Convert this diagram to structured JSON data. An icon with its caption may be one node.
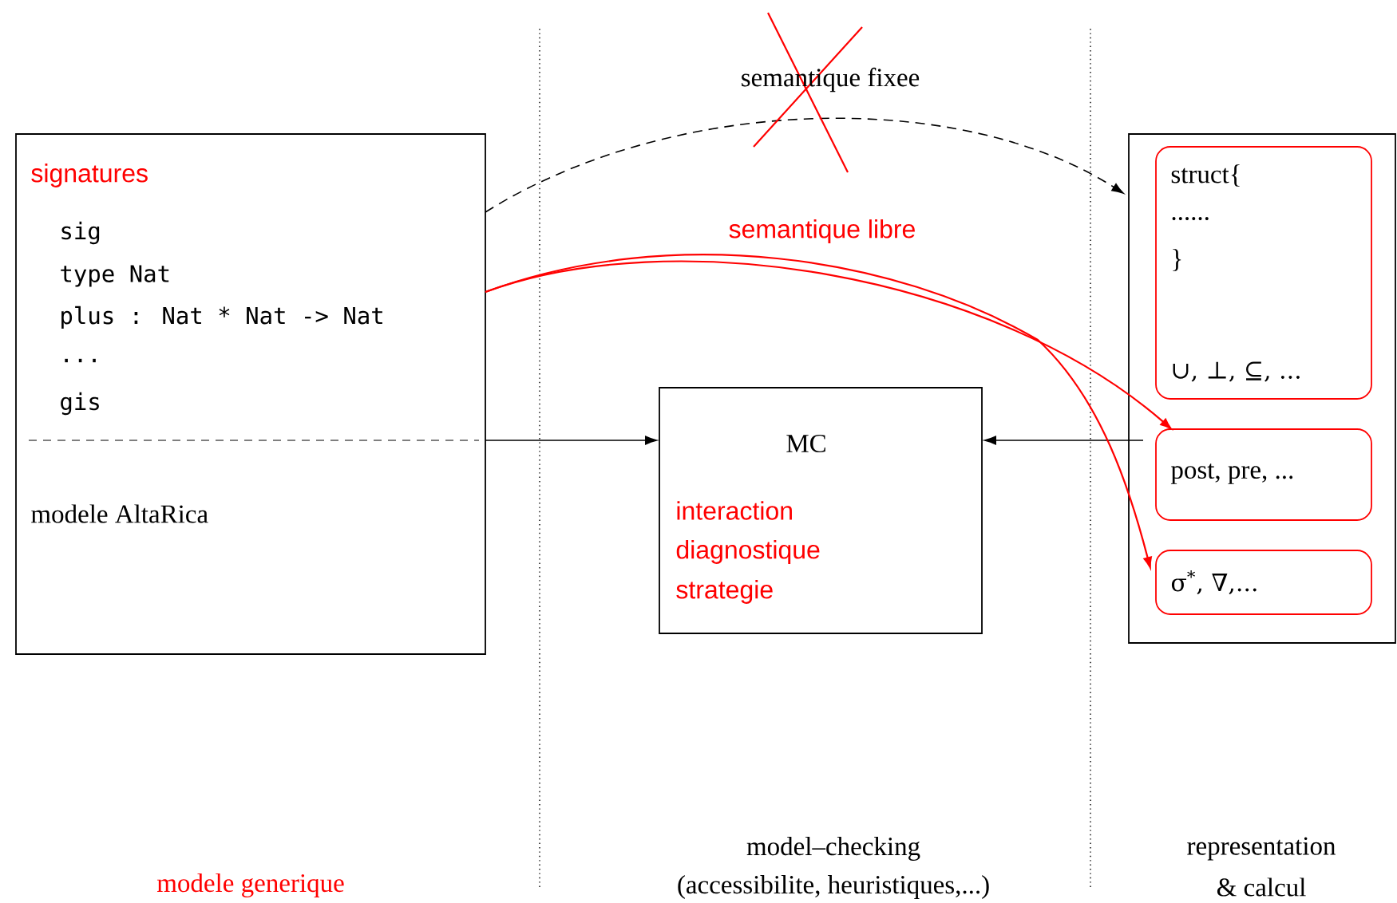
{
  "diagram": {
    "nodes": [
      {
        "text": [
          "signatures",
          "sig",
          "type Nat",
          "plus : Nat * Nat -> Nat",
          "...",
          "gis",
          "modele AltaRica"
        ]
      },
      {
        "text": [
          "MC",
          "interaction",
          "diagnostique",
          "strategie"
        ]
      },
      {
        "text": [],
        "shape": "box"
      },
      {
        "text": [
          "struct{",
          "......",
          "}",
          "∪, ⊥, ⊆, ..."
        ],
        "in": 2
      },
      {
        "text": [
          "post, pre, ..."
        ],
        "in": 2
      },
      {
        "text": [
          "σ$^{*}$, ∇,..."
        ],
        "in": 2
      }
    ],
    "edges": [
      {
        "from": 0,
        "to": 2,
        "arrow": "to",
        "style": "dashed",
        "label": "semantique fixee"
      },
      {
        "from": 0,
        "to": 1,
        "arrow": "to"
      },
      {
        "from": 4,
        "to": 1,
        "arrow": "to"
      },
      {
        "from": 0,
        "to": 4,
        "arrow": "to",
        "color": "#ff0000",
        "label": "semantique libre"
      },
      {
        "from": 0,
        "to": 5,
        "arrow": "to",
        "color": "#ff0000"
      }
    ],
    "labels": [
      "modele generique",
      "model–checking",
      "(accessibilite, heuristiques,...)",
      "representation",
      "& calcul"
    ]
  }
}
